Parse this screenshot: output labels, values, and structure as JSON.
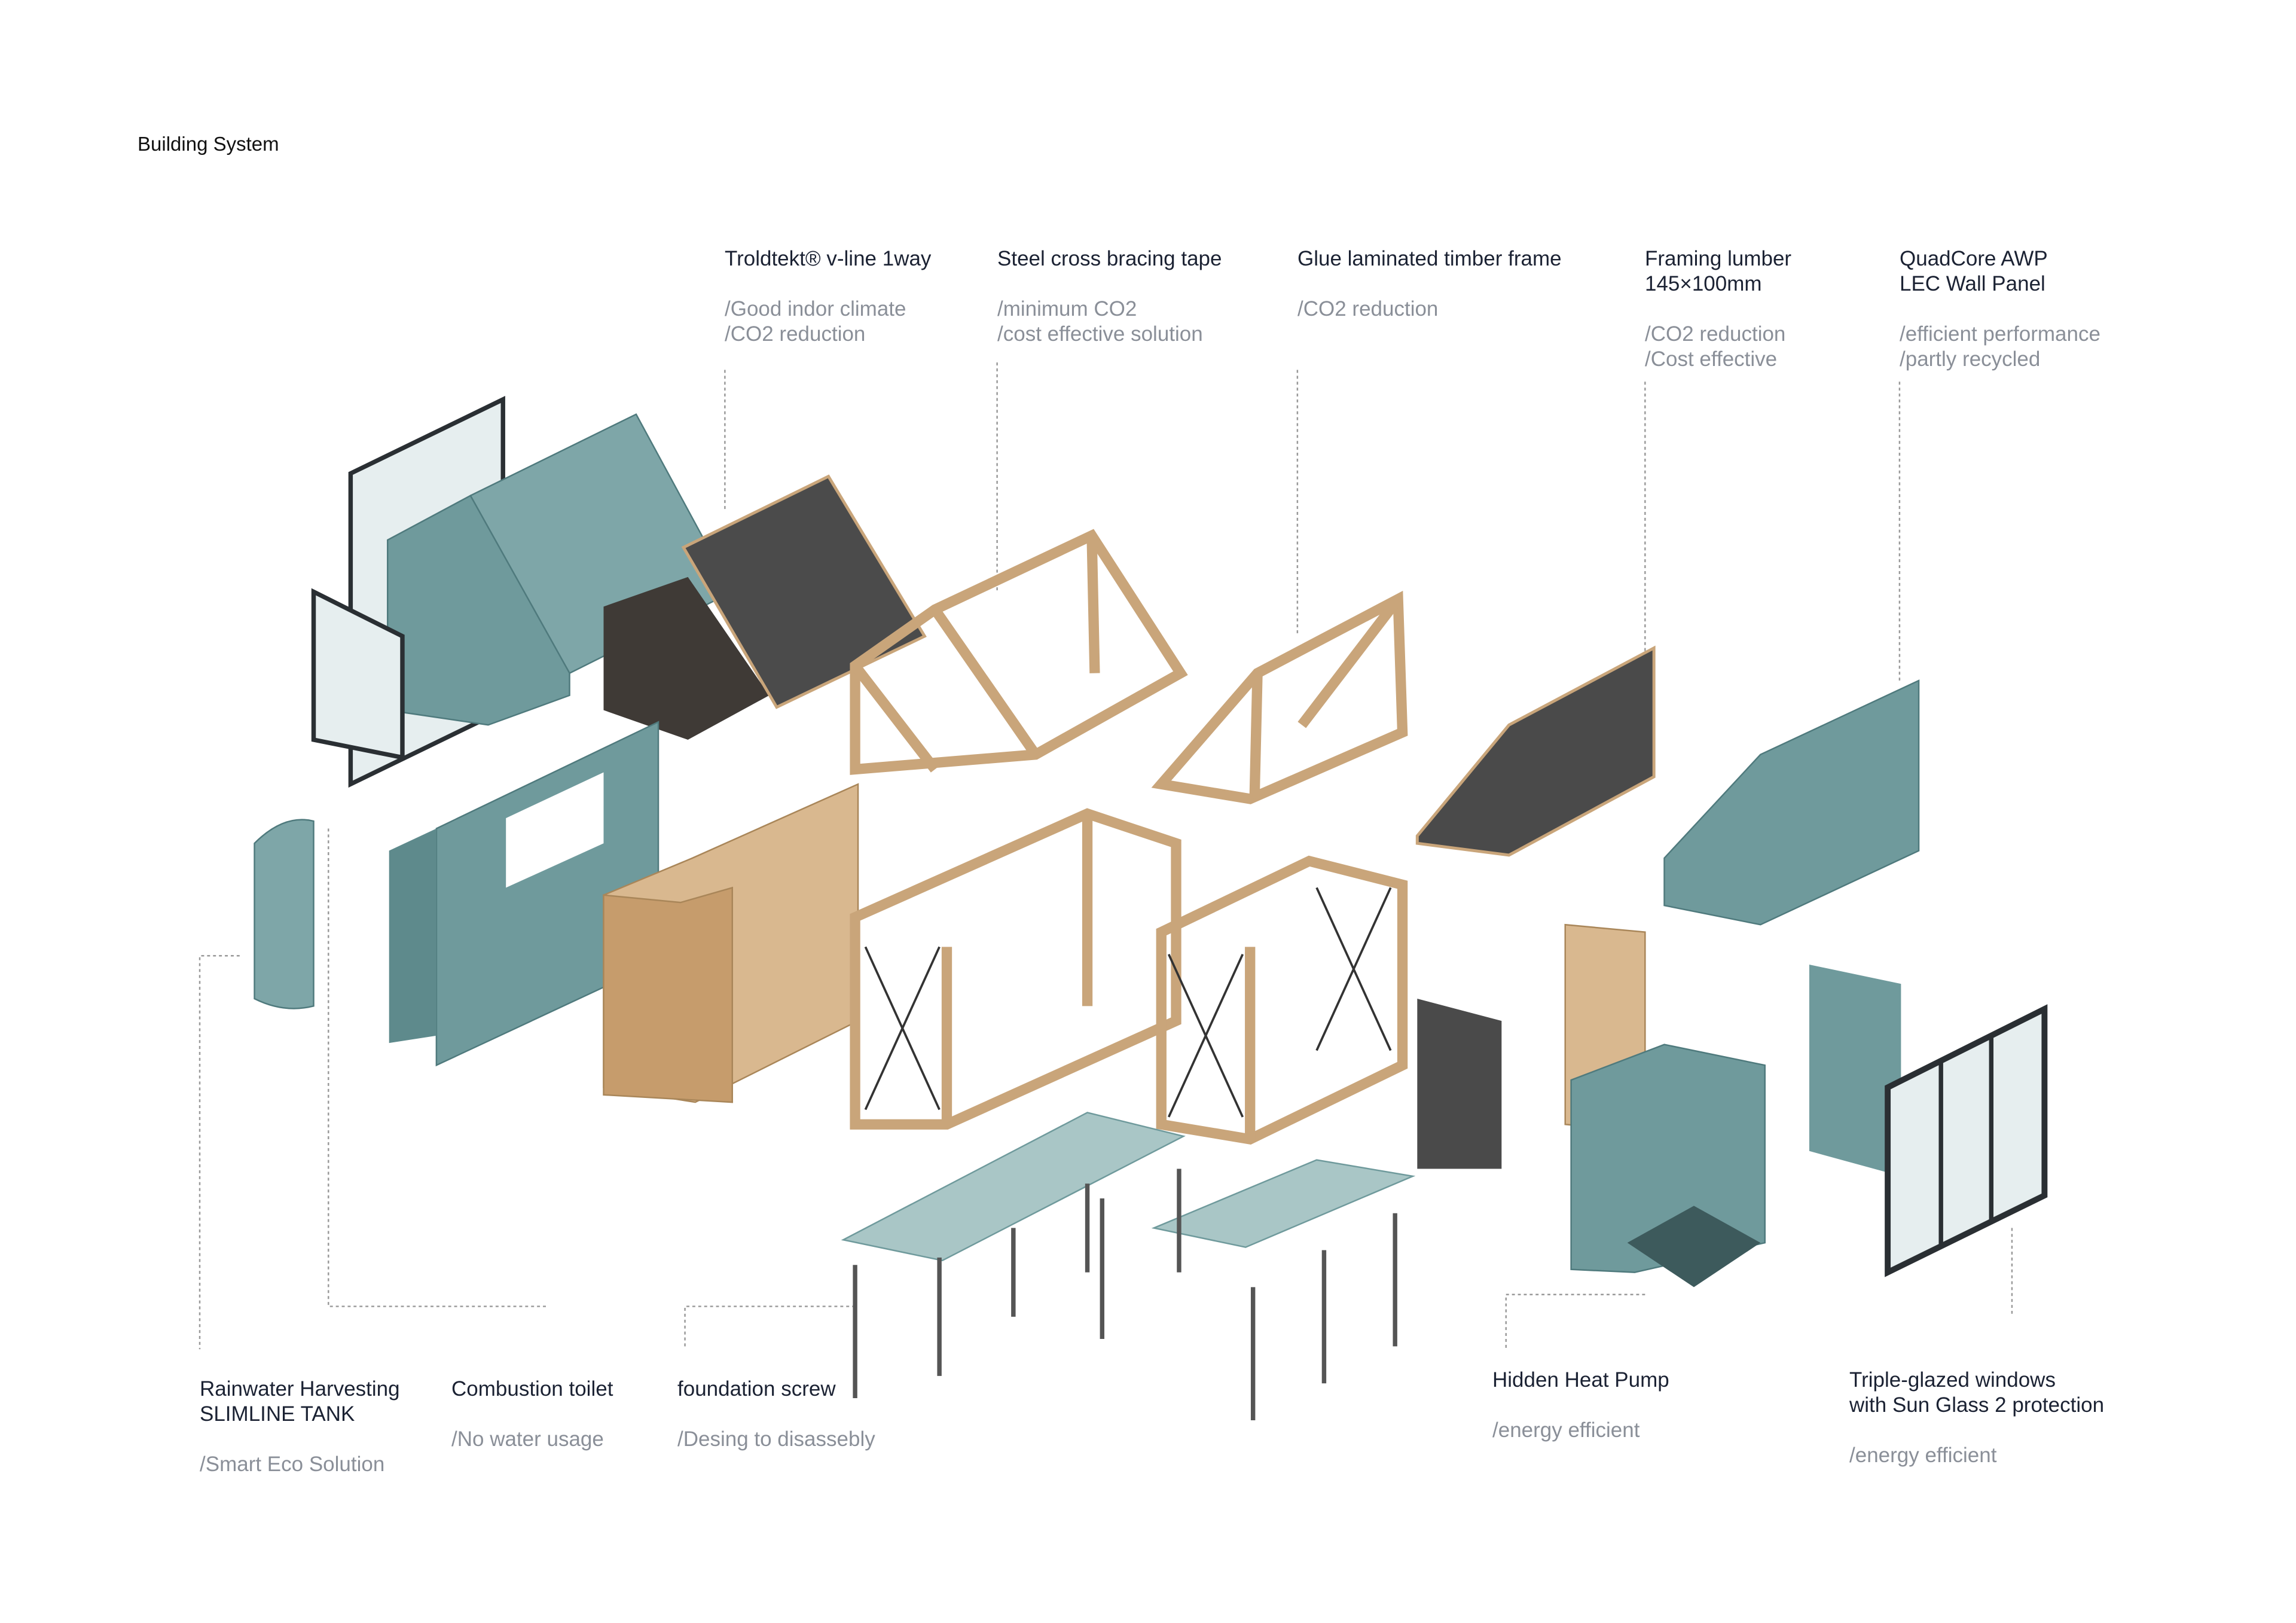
{
  "title": "Building System",
  "top_labels": [
    {
      "name": "Troldtekt® v-line 1way",
      "notes": [
        "/Good indor climate",
        "/CO2 reduction"
      ]
    },
    {
      "name": "Steel cross bracing tape",
      "notes": [
        "/minimum CO2",
        "/cost effective solution"
      ]
    },
    {
      "name": "Glue laminated timber frame",
      "notes": [
        "/CO2 reduction"
      ]
    },
    {
      "name": "Framing lumber\n145×100mm",
      "notes": [
        "/CO2 reduction",
        "/Cost effective"
      ]
    },
    {
      "name": "QuadCore AWP\nLEC Wall Panel",
      "notes": [
        "/efficient performance",
        "/partly recycled"
      ]
    }
  ],
  "bottom_labels": [
    {
      "name": "Rainwater Harvesting\nSLIMLINE TANK",
      "notes": [
        "/Smart Eco Solution"
      ]
    },
    {
      "name": "Combustion toilet",
      "notes": [
        "/No water usage"
      ]
    },
    {
      "name": "foundation screw",
      "notes": [
        "/Desing to disassebly"
      ]
    },
    {
      "name": "Hidden Heat Pump",
      "notes": [
        "/energy efficient"
      ]
    },
    {
      "name": "Triple-glazed windows\nwith Sun Glass 2 protection",
      "notes": [
        "/energy efficient"
      ]
    }
  ],
  "colors": {
    "panel": "#6f9a9c",
    "panel_dark": "#4f7a7d",
    "timber": "#c9a57a",
    "felt": "#4a4a4a",
    "leader": "#9a9a9a"
  }
}
